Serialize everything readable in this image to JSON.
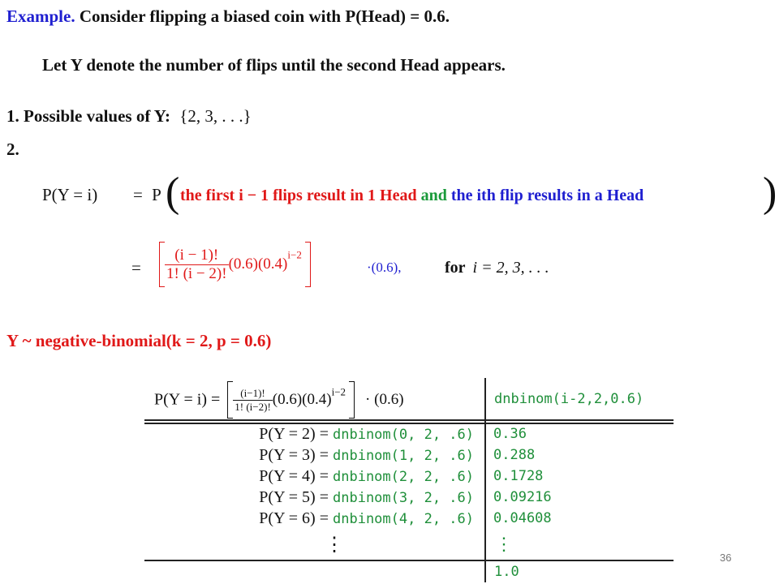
{
  "title_line": {
    "prefix": "Example.",
    "text": "Consider flipping a biased coin with P(Head) = 0.6."
  },
  "let_line": "Let Y denote the number of flips until the second Head appears.",
  "item1": {
    "label": "1. Possible values of Y:",
    "values": "{2, 3, . . .}"
  },
  "item2": {
    "label": "2."
  },
  "prob_eq": {
    "lhs": "P(Y = i)",
    "eq": "=",
    "P": "P",
    "red_part": "the first i − 1 flips result in 1 Head",
    "and": "and",
    "blue_part": "the ith flip results in a Head"
  },
  "formula": {
    "eq": "=",
    "num": "(i − 1)!",
    "den": "1! (i − 2)!",
    "tail": "(0.6)(0.4)",
    "exp": "i−2",
    "times": "·(0.6),",
    "for": "for",
    "range": "i = 2, 3, . . ."
  },
  "dist_line": "Y ~ negative-binomial(k = 2, p = 0.6)",
  "table": {
    "header_left_prefix": "P(Y = i) =",
    "header_num": "(i−1)!",
    "header_den": "1! (i−2)!",
    "header_tail": "(0.6)(0.4)",
    "header_exp": "i−2",
    "header_times": "· (0.6)",
    "header_right": "dnbinom(i-2,2,0.6)",
    "rows": [
      {
        "lhs": "P(Y = 2) =",
        "call": "dnbinom(0, 2, .6)",
        "value": "0.36"
      },
      {
        "lhs": "P(Y = 3) =",
        "call": "dnbinom(1, 2, .6)",
        "value": "0.288"
      },
      {
        "lhs": "P(Y = 4) =",
        "call": "dnbinom(2, 2, .6)",
        "value": "0.1728"
      },
      {
        "lhs": "P(Y = 5) =",
        "call": "dnbinom(3, 2, .6)",
        "value": "0.09216"
      },
      {
        "lhs": "P(Y = 6) =",
        "call": "dnbinom(4, 2, .6)",
        "value": "0.04608"
      }
    ],
    "vdots_left": "⋮",
    "vdots_right": "⋮",
    "total": "1.0"
  },
  "page_number": "36"
}
